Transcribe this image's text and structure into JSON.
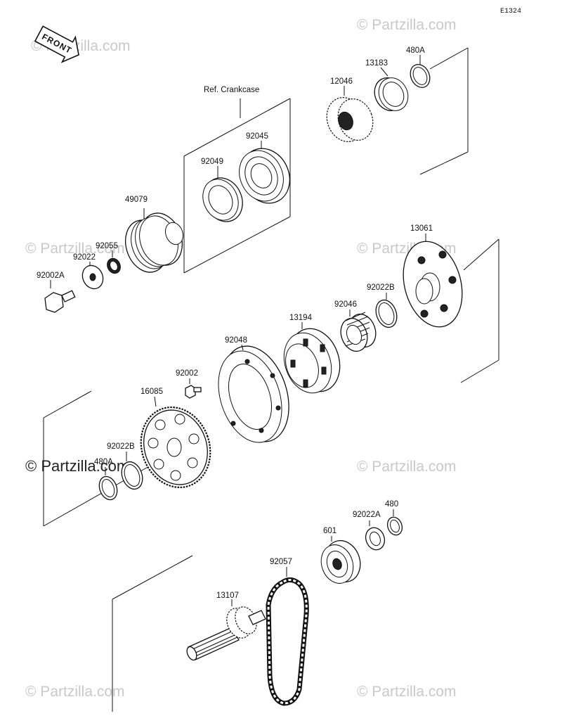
{
  "page_code": "E1324",
  "direction_label": "FRONT",
  "reference_label": "Ref. Crankcase",
  "watermark": "© Partzilla.com",
  "parts": [
    {
      "id": "480A-top",
      "label": "480A"
    },
    {
      "id": "13183",
      "label": "13183"
    },
    {
      "id": "12046",
      "label": "12046"
    },
    {
      "id": "92045",
      "label": "92045"
    },
    {
      "id": "92049",
      "label": "92049"
    },
    {
      "id": "49079",
      "label": "49079"
    },
    {
      "id": "92055",
      "label": "92055"
    },
    {
      "id": "92022",
      "label": "92022"
    },
    {
      "id": "92002A",
      "label": "92002A"
    },
    {
      "id": "13061",
      "label": "13061"
    },
    {
      "id": "92022B-right",
      "label": "92022B"
    },
    {
      "id": "92046",
      "label": "92046"
    },
    {
      "id": "13194",
      "label": "13194"
    },
    {
      "id": "92048",
      "label": "92048"
    },
    {
      "id": "92002",
      "label": "92002"
    },
    {
      "id": "16085",
      "label": "16085"
    },
    {
      "id": "92022B-left",
      "label": "92022B"
    },
    {
      "id": "480A-left",
      "label": "480A"
    },
    {
      "id": "480",
      "label": "480"
    },
    {
      "id": "92022A",
      "label": "92022A"
    },
    {
      "id": "601",
      "label": "601"
    },
    {
      "id": "92057",
      "label": "92057"
    },
    {
      "id": "13107",
      "label": "13107"
    }
  ]
}
